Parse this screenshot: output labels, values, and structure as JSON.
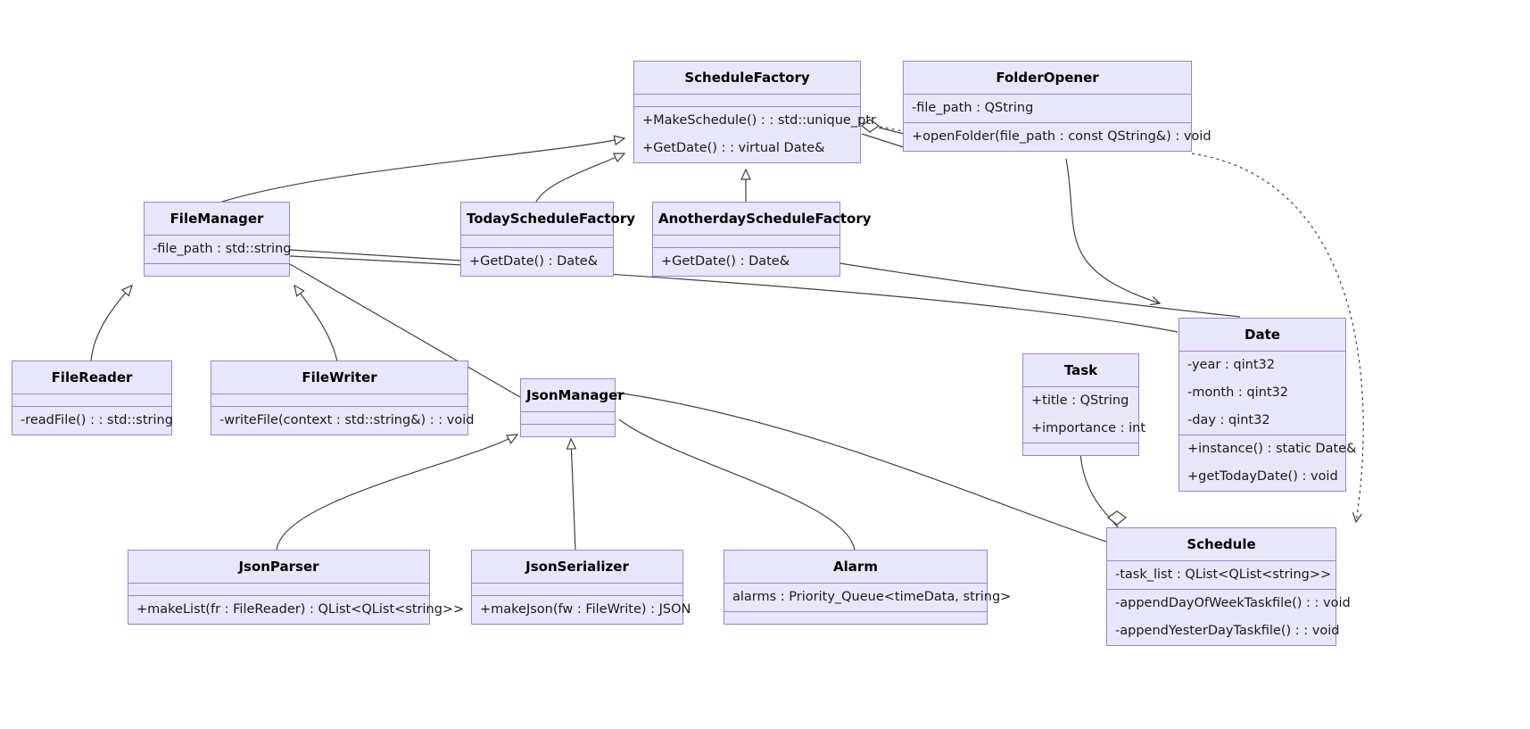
{
  "diagram": {
    "type": "uml-class-diagram",
    "colors": {
      "box_fill": "#e8e6fb",
      "box_border": "#9b82d6",
      "edge": "#3f3f46",
      "background": "#ffffff"
    },
    "classes": [
      {
        "id": "schedule-factory",
        "name": "ScheduleFactory",
        "attributes": [],
        "methods": [
          "+MakeSchedule() : : std::unique_ptr",
          "+GetDate() : : virtual Date&"
        ]
      },
      {
        "id": "folder-opener",
        "name": "FolderOpener",
        "attributes": [
          "-file_path : QString"
        ],
        "methods": [
          "+openFolder(file_path : const QString&) : void"
        ]
      },
      {
        "id": "file-manager",
        "name": "FileManager",
        "attributes": [
          "-file_path : std::string"
        ],
        "methods": []
      },
      {
        "id": "today-schedule-factory",
        "name": "TodayScheduleFactory",
        "attributes": [],
        "methods": [
          "+GetDate() : Date&"
        ]
      },
      {
        "id": "anotherday-schedule-factory",
        "name": "AnotherdayScheduleFactory",
        "attributes": [],
        "methods": [
          "+GetDate() : Date&"
        ]
      },
      {
        "id": "file-reader",
        "name": "FileReader",
        "attributes": [],
        "methods": [
          "-readFile() : : std::string"
        ]
      },
      {
        "id": "file-writer",
        "name": "FileWriter",
        "attributes": [],
        "methods": [
          "-writeFile(context : std::string&) : : void"
        ]
      },
      {
        "id": "json-manager",
        "name": "JsonManager",
        "attributes": [],
        "methods": []
      },
      {
        "id": "task",
        "name": "Task",
        "attributes": [
          "+title : QString",
          "+importance : int"
        ],
        "methods": []
      },
      {
        "id": "date",
        "name": "Date",
        "attributes": [
          "-year : qint32",
          "-month : qint32",
          "-day : qint32"
        ],
        "methods": [
          "+instance() : static Date&",
          "+getTodayDate() : void"
        ]
      },
      {
        "id": "json-parser",
        "name": "JsonParser",
        "attributes": [],
        "methods": [
          "+makeList(fr : FileReader) : QList<QList<string>>"
        ]
      },
      {
        "id": "json-serializer",
        "name": "JsonSerializer",
        "attributes": [],
        "methods": [
          "+makeJson(fw : FileWrite) : JSON"
        ]
      },
      {
        "id": "alarm",
        "name": "Alarm",
        "attributes": [
          "alarms : Priority_Queue<timeData, string>"
        ],
        "methods": []
      },
      {
        "id": "schedule",
        "name": "Schedule",
        "attributes": [
          "-task_list : QList<QList<string>>"
        ],
        "methods": [
          "-appendDayOfWeekTaskfile() : : void",
          "-appendYesterDayTaskfile() : : void"
        ]
      }
    ],
    "relationships": [
      {
        "from": "file-manager",
        "to": "schedule-factory",
        "type": "generalization"
      },
      {
        "from": "today-schedule-factory",
        "to": "schedule-factory",
        "type": "generalization"
      },
      {
        "from": "anotherday-schedule-factory",
        "to": "schedule-factory",
        "type": "generalization"
      },
      {
        "from": "file-reader",
        "to": "file-manager",
        "type": "generalization"
      },
      {
        "from": "file-writer",
        "to": "file-manager",
        "type": "generalization"
      },
      {
        "from": "json-parser",
        "to": "json-manager",
        "type": "generalization"
      },
      {
        "from": "json-serializer",
        "to": "json-manager",
        "type": "generalization"
      },
      {
        "from": "folder-opener",
        "to": "schedule-factory",
        "type": "aggregation"
      },
      {
        "from": "folder-opener",
        "to": "schedule",
        "type": "dependency"
      },
      {
        "from": "task",
        "to": "schedule",
        "type": "aggregation"
      },
      {
        "from": "file-manager",
        "to": "json-manager",
        "type": "association"
      },
      {
        "from": "file-manager",
        "to": "date",
        "type": "association"
      },
      {
        "from": "json-manager",
        "to": "schedule",
        "type": "association"
      },
      {
        "from": "anotherday-schedule-factory",
        "to": "date",
        "type": "association"
      },
      {
        "from": "today-schedule-factory",
        "to": "file-manager",
        "type": "association"
      },
      {
        "from": "alarm",
        "to": "json-manager",
        "type": "association"
      }
    ]
  }
}
